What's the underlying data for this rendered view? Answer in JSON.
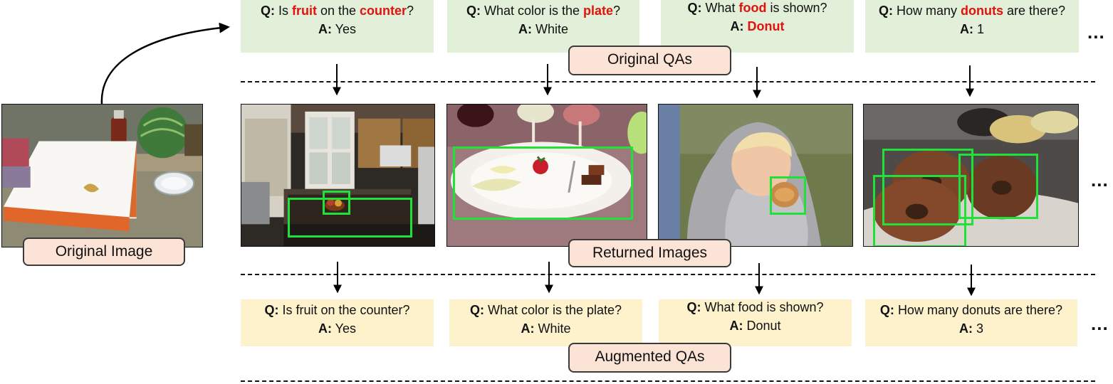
{
  "colors": {
    "original_qa_bg": "#e2efd9",
    "augmented_qa_bg": "#fdf2cc",
    "label_bg": "#fbe3d6",
    "highlight": "#e3120b",
    "bbox": "#22e03a"
  },
  "labels": {
    "original_image": "Original Image",
    "original_qas": "Original QAs",
    "returned_images": "Returned Images",
    "augmented_qas": "Augmented QAs",
    "ellipsis": "..."
  },
  "prefix": {
    "q": "Q:",
    "a": "A:"
  },
  "original_qas": [
    {
      "q_pre": "Is ",
      "q_kw1": "fruit",
      "q_mid": " on the ",
      "q_kw2": "counter",
      "q_post": "?",
      "answer": "Yes",
      "answer_highlight": false
    },
    {
      "q_pre": "What color is the ",
      "q_kw1": "plate",
      "q_post": "?",
      "answer": "White",
      "answer_highlight": false
    },
    {
      "q_pre": "What ",
      "q_kw1": "food",
      "q_post": " is shown?",
      "answer": "Donut",
      "answer_highlight": true
    },
    {
      "q_pre": "How many ",
      "q_kw1": "donuts",
      "q_post": " are there?",
      "answer": "1",
      "answer_highlight": false
    }
  ],
  "augmented_qas": [
    {
      "question": "Is fruit on the counter?",
      "answer": "Yes"
    },
    {
      "question": "What color is the plate?",
      "answer": "White"
    },
    {
      "question": "What food is shown?",
      "answer": "Donut"
    },
    {
      "question": "How many donuts are there?",
      "answer": "3"
    }
  ],
  "returned_images": [
    {
      "scene": "kitchen with island counter and fruit bowl"
    },
    {
      "scene": "white plate with fruit slices and wine glasses"
    },
    {
      "scene": "child in grey hoodie eating a donut"
    },
    {
      "scene": "three sugared donuts with dipping sauces"
    }
  ]
}
